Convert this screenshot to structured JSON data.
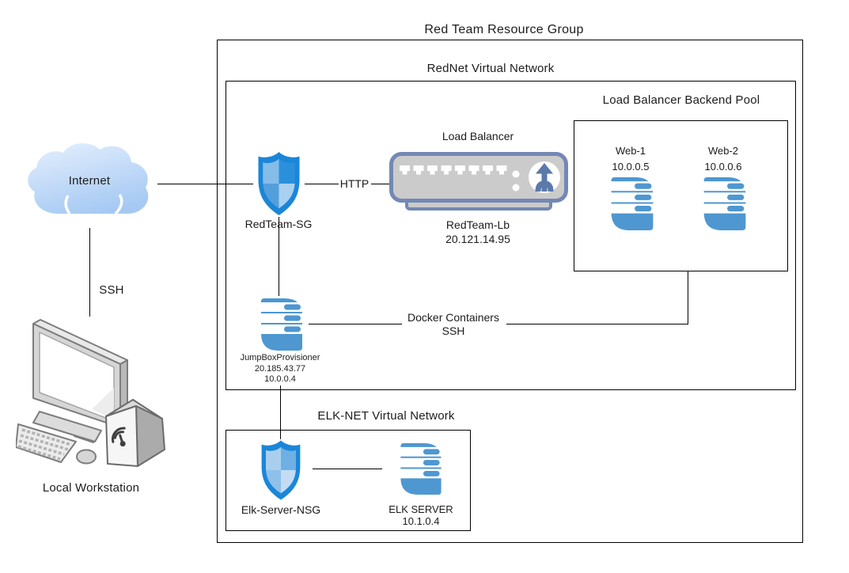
{
  "groups": {
    "resource_group": "Red Team Resource Group",
    "rednet": "RedNet Virtual Network",
    "backend_pool": "Load Balancer Backend Pool",
    "elk_net": "ELK-NET Virtual Network"
  },
  "nodes": {
    "internet": {
      "label": "Internet"
    },
    "redteam_sg": {
      "label": "RedTeam-SG"
    },
    "load_balancer": {
      "caption": "Load Balancer",
      "name": "RedTeam-Lb",
      "ip": "20.121.14.95"
    },
    "web1": {
      "name": "Web-1",
      "ip": "10.0.0.5"
    },
    "web2": {
      "name": "Web-2",
      "ip": "10.0.0.6"
    },
    "jumpbox": {
      "name": "JumpBoxProvisioner",
      "public_ip": "20.185.43.77",
      "private_ip": "10.0.0.4"
    },
    "elk_nsg": {
      "label": "Elk-Server-NSG"
    },
    "elk_server": {
      "name": "ELK SERVER",
      "ip": "10.1.0.4"
    },
    "workstation": {
      "label": "Local Workstation"
    }
  },
  "connections": {
    "internet_to_workstation": "SSH",
    "sg_to_loadbalancer": "HTTP",
    "jumpbox_to_pool_line1": "Docker Containers",
    "jumpbox_to_pool_line2": "SSH"
  },
  "colors": {
    "shield_border": "#1b86d8",
    "server_blue": "#4e97d1",
    "lb_border": "#7388b3",
    "lb_fill": "#cbcbcb",
    "cloud_top": "#ddebfc",
    "cloud_bottom": "#a6c9f3",
    "line": "#000000"
  }
}
